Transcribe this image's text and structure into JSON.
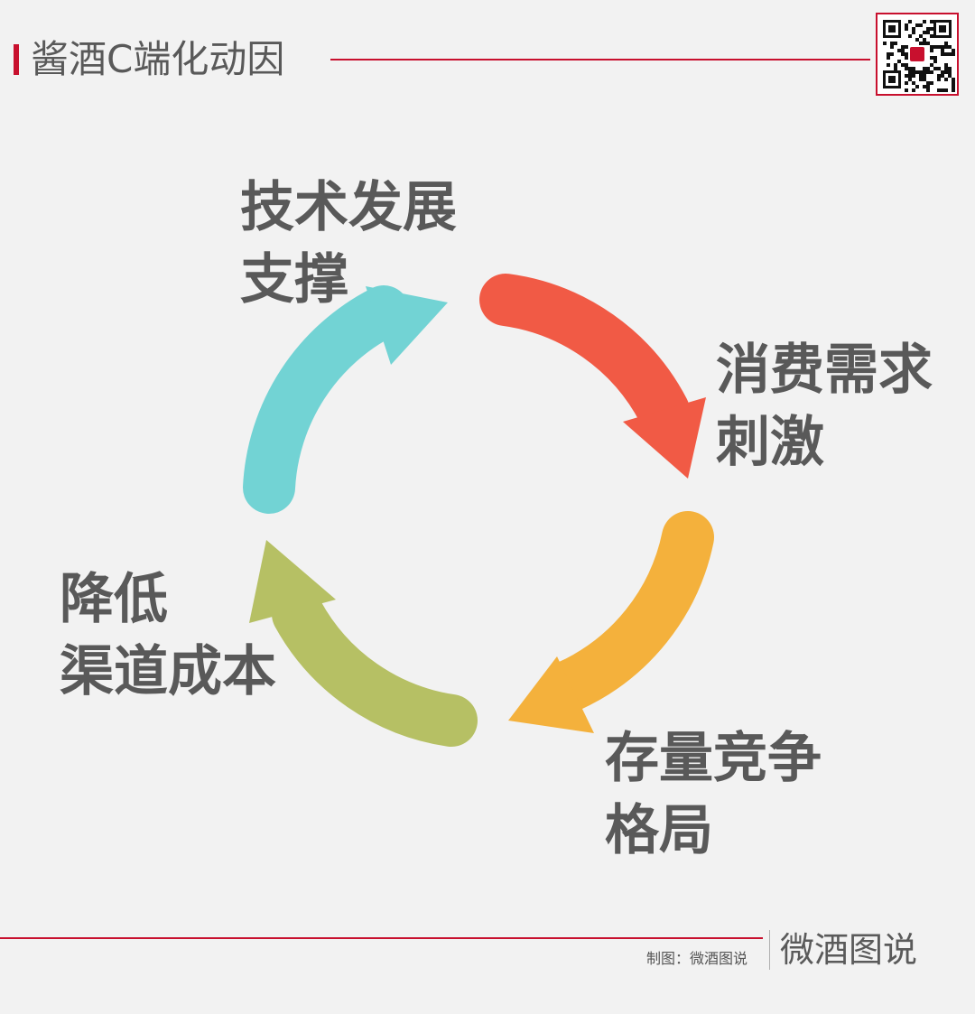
{
  "header": {
    "title": "酱酒C端化动因",
    "accent_color": "#c8102e",
    "qr_icon": "qr-code-icon"
  },
  "cycle": {
    "items": [
      {
        "lines": [
          "技术发展",
          "支撑"
        ],
        "color": "#72d3d4"
      },
      {
        "lines": [
          "消费需求",
          "刺激"
        ],
        "color": "#f15a45"
      },
      {
        "lines": [
          "存量竞争",
          "格局"
        ],
        "color": "#f4b13c"
      },
      {
        "lines": [
          "降低",
          "渠道成本"
        ],
        "color": "#b6c064"
      }
    ]
  },
  "footer": {
    "credit": "制图：微酒图说",
    "logo": "微酒图说"
  }
}
